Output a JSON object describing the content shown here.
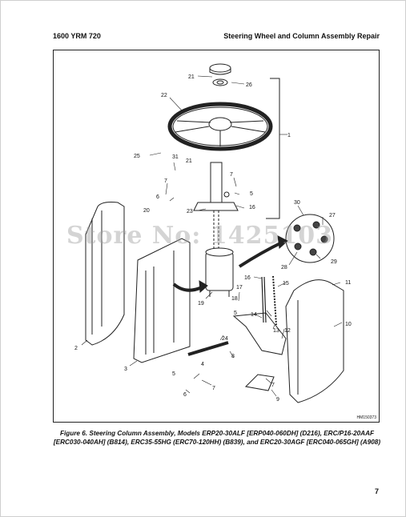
{
  "header": {
    "doc_code": "1600 YRM 720",
    "section_title": "Steering Wheel and Column Assembly Repair"
  },
  "watermark": "Store No: 1425103",
  "figure": {
    "code": "HM150373",
    "callouts": [
      {
        "id": "c21",
        "text": "21"
      },
      {
        "id": "c26",
        "text": "26"
      },
      {
        "id": "c22",
        "text": "22"
      },
      {
        "id": "c1",
        "text": "1"
      },
      {
        "id": "c25",
        "text": "25"
      },
      {
        "id": "c31",
        "text": "31"
      },
      {
        "id": "c21b",
        "text": "21"
      },
      {
        "id": "c7",
        "text": "7"
      },
      {
        "id": "c7b",
        "text": "7"
      },
      {
        "id": "c5",
        "text": "5"
      },
      {
        "id": "c6",
        "text": "6"
      },
      {
        "id": "c16",
        "text": "16"
      },
      {
        "id": "c23",
        "text": "23"
      },
      {
        "id": "c20",
        "text": "20"
      },
      {
        "id": "c30",
        "text": "30"
      },
      {
        "id": "c27",
        "text": "27"
      },
      {
        "id": "c28",
        "text": "28"
      },
      {
        "id": "c29",
        "text": "29"
      },
      {
        "id": "c16b",
        "text": "16"
      },
      {
        "id": "c15",
        "text": "15"
      },
      {
        "id": "c11",
        "text": "11"
      },
      {
        "id": "c19",
        "text": "19"
      },
      {
        "id": "c18",
        "text": "18"
      },
      {
        "id": "c17",
        "text": "17"
      },
      {
        "id": "c5b",
        "text": "5"
      },
      {
        "id": "c14",
        "text": "14"
      },
      {
        "id": "c13",
        "text": "13"
      },
      {
        "id": "c12",
        "text": "12"
      },
      {
        "id": "c10",
        "text": "10"
      },
      {
        "id": "c2",
        "text": "2"
      },
      {
        "id": "c3",
        "text": "3"
      },
      {
        "id": "c24",
        "text": "24"
      },
      {
        "id": "c8",
        "text": "8"
      },
      {
        "id": "c4",
        "text": "4"
      },
      {
        "id": "c5c",
        "text": "5"
      },
      {
        "id": "c6b",
        "text": "6"
      },
      {
        "id": "c7c",
        "text": "7"
      },
      {
        "id": "c7d",
        "text": "7"
      },
      {
        "id": "c9",
        "text": "9"
      }
    ]
  },
  "caption": {
    "line1": "Figure 6. Steering Column Assembly, Models ERP20-30ALF [ERP040-060DH] (D216), ERC/P16-20AAF",
    "line2": "[ERC030-040AH] (B814), ERC35-55HG (ERC70-120HH) (B839), and ERC20-30AGF [ERC040-065GH] (A908)"
  },
  "page_number": "7"
}
